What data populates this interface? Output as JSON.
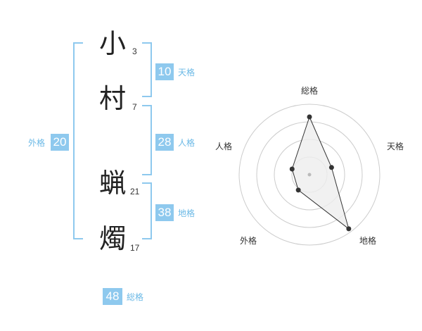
{
  "name": {
    "chars": [
      {
        "char": "小",
        "strokes": "3"
      },
      {
        "char": "村",
        "strokes": "7"
      },
      {
        "char": "蝋",
        "strokes": "21"
      },
      {
        "char": "燭",
        "strokes": "17"
      }
    ]
  },
  "kaku": {
    "ten": {
      "value": "10",
      "label": "天格"
    },
    "jin": {
      "value": "28",
      "label": "人格"
    },
    "chi": {
      "value": "38",
      "label": "地格"
    },
    "gai": {
      "value": "20",
      "label": "外格"
    },
    "soukaku": {
      "value": "48",
      "label": "総格"
    }
  },
  "radar": {
    "axes": [
      "総格",
      "天格",
      "地格",
      "外格",
      "人格"
    ],
    "values": [
      0.82,
      0.33,
      0.95,
      0.27,
      0.26
    ],
    "colors": {
      "ring": "#cccccc",
      "fill": "#eeeeee",
      "line": "#333333",
      "dot": "#333333",
      "center": "#bbbbbb"
    }
  }
}
